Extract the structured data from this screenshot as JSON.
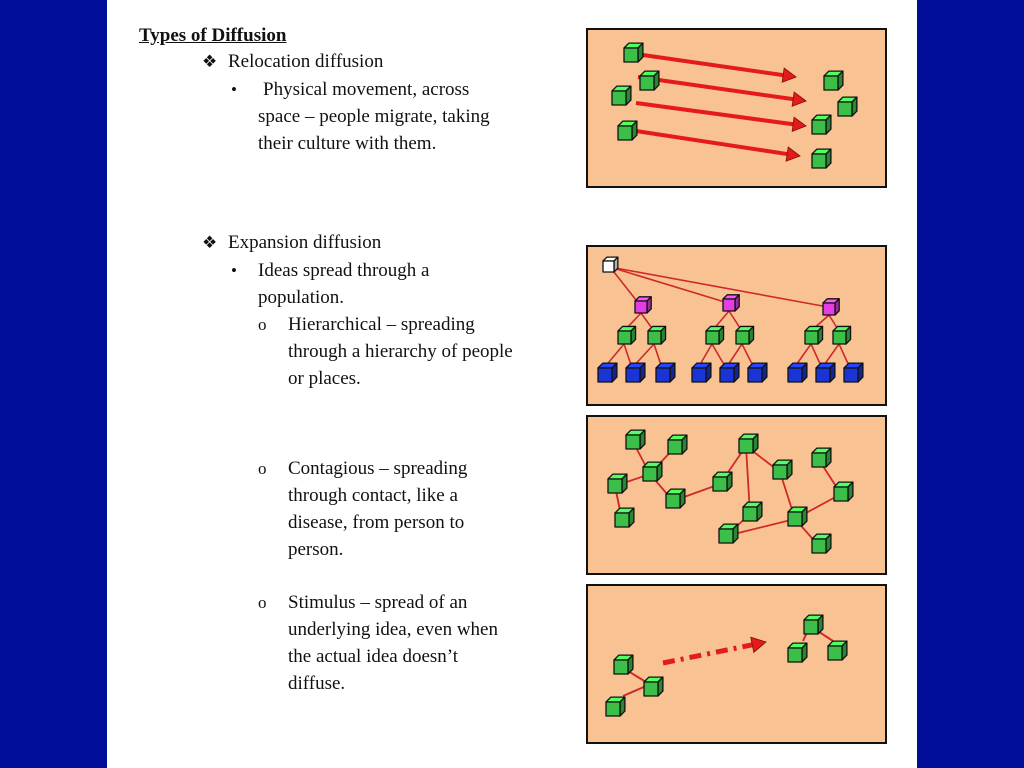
{
  "title": "Types of Diffusion",
  "markers": {
    "diamond": "❖",
    "bullet": "•",
    "circle": "o"
  },
  "relocation": {
    "heading": "Relocation diffusion",
    "lines": [
      "Physical movement, across",
      "space – people migrate, taking",
      "their culture with them."
    ]
  },
  "expansion": {
    "heading": "Expansion diffusion",
    "lines": [
      "Ideas spread through a",
      "population."
    ]
  },
  "hierarchical": {
    "lines": [
      "Hierarchical – spreading",
      "through a hierarchy of people",
      "or places."
    ]
  },
  "contagious": {
    "lines": [
      "Contagious – spreading",
      "through contact, like a",
      "disease, from person to",
      "person."
    ]
  },
  "stimulus": {
    "lines": [
      "Stimulus – spread of an",
      "underlying idea, even when",
      "the actual idea doesn’t",
      "diffuse."
    ]
  },
  "colors": {
    "background": "#000d96",
    "panel": "#f9c292",
    "cube_green": "#3bbf49",
    "cube_magenta": "#e23ee0",
    "cube_blue": "#1b34d6",
    "arrow_red": "#e51b1b",
    "link_red": "#cf2a2a"
  }
}
